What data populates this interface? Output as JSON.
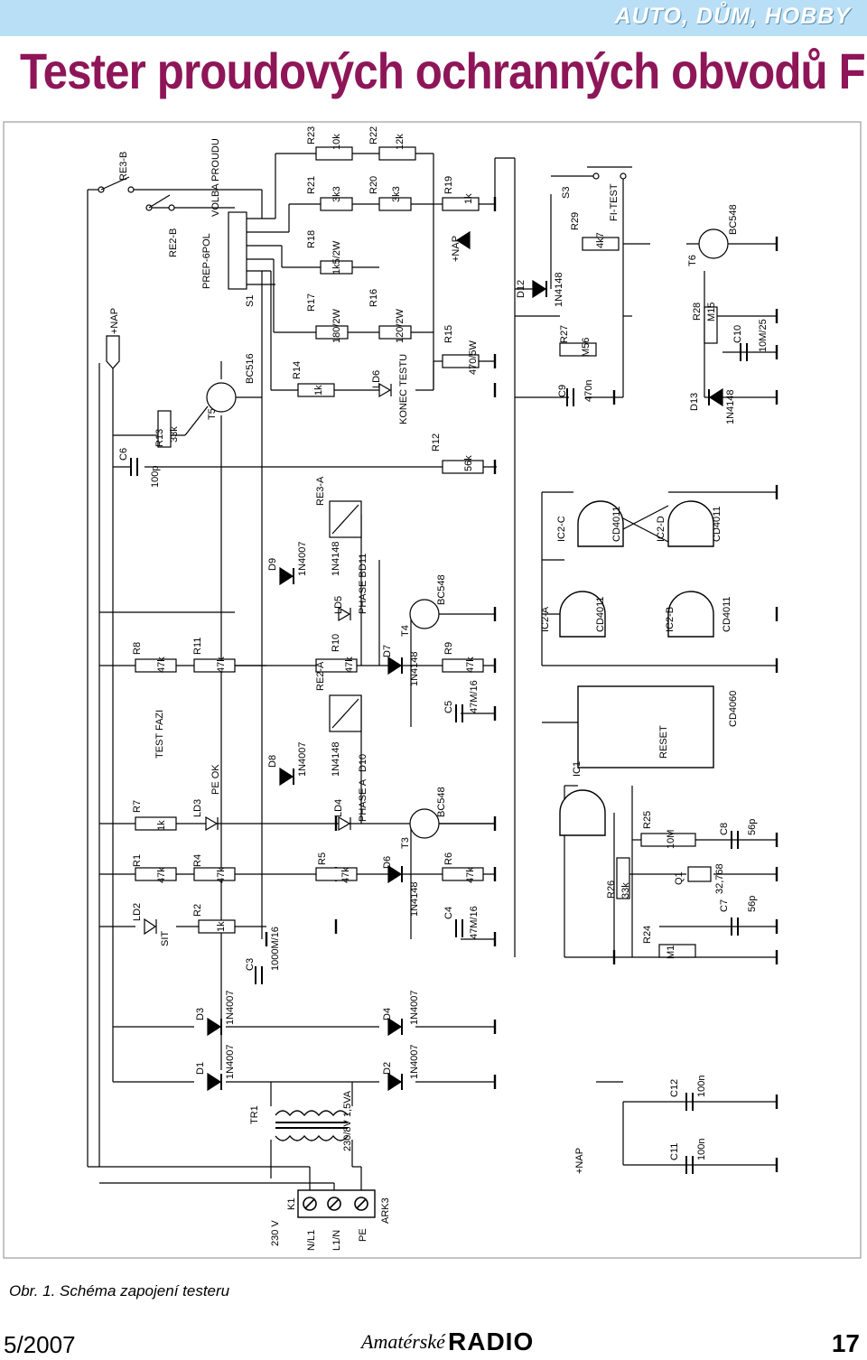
{
  "header": {
    "section": "AUTO, DŮM, HOBBY",
    "title": "Tester proudových ochranných obvodů FI"
  },
  "caption": "Obr. 1. Schéma zapojení testeru",
  "footer": {
    "issue": "5/2007",
    "magazine_script": "Amatérské",
    "magazine_big": "RADIO",
    "page": "17"
  },
  "colors": {
    "accent_bar": "#b8dff5",
    "title": "#8e1658"
  },
  "components": {
    "R1": "R1",
    "R1_val": "47k",
    "R2": "R2",
    "R2_val": "1k",
    "R4": "R4",
    "R4_val": "47k",
    "R5": "R5",
    "R5_val": "47k",
    "R6": "R6",
    "R6_val": "47k",
    "R7": "R7",
    "R7_val": "1k",
    "R8": "R8",
    "R8_val": "47k",
    "R9": "R9",
    "R9_val": "47k",
    "R10": "R10",
    "R10_val": "47k",
    "R11": "R11",
    "R11_val": "47k",
    "R12": "R12",
    "R12_val": "56k",
    "R13": "R13",
    "R13_val": "33k",
    "R14": "R14",
    "R14_val": "1k",
    "R15": "R15",
    "R15_val": "470/5W",
    "R16": "R16",
    "R16_val": "120/2W",
    "R17": "R17",
    "R17_val": "180/2W",
    "R18": "R18",
    "R18_val": "1k5/2W",
    "R19": "R19",
    "R19_val": "1k",
    "R20": "R20",
    "R20_val": "3k3",
    "R21": "R21",
    "R21_val": "3k3",
    "R22": "R22",
    "R22_val": "12k",
    "R23": "R23",
    "R23_val": "10k",
    "R24": "R24",
    "R24_val": "M1",
    "R25": "R25",
    "R25_val": "10M",
    "R26": "R26",
    "R26_val": "33k",
    "R27": "R27",
    "R27_val": "M56",
    "R28": "R28",
    "R28_val": "M15",
    "R29": "R29",
    "R29_val": "4k7",
    "C3": "C3",
    "C3_val": "1000M/16",
    "C4": "C4",
    "C4_val": "47M/16",
    "C5": "C5",
    "C5_val": "47M/16",
    "C6": "C6",
    "C6_val": "100p",
    "C7": "C7",
    "C7_val": "56p",
    "C8": "C8",
    "C8_val": "56p",
    "C9": "C9",
    "C9_val": "470n",
    "C10": "C10",
    "C10_val": "10M/25",
    "C11": "C11",
    "C11_val": "100n",
    "C12": "C12",
    "C12_val": "100n",
    "D1": "D1",
    "D2": "D2",
    "D3": "D3",
    "D4": "D4",
    "D6": "D6",
    "D7": "D7",
    "D8": "D8",
    "D9": "D9",
    "D10": "D10",
    "D11": "D11",
    "D12": "D12",
    "D13": "D13",
    "d1n4007": "1N4007",
    "d1n4148": "1N4148",
    "LD2": "LD2",
    "LD2_txt": "SIT",
    "LD3": "LD3",
    "LD3_txt": "PE OK",
    "LD4": "LD4",
    "LD4_txt": "PHASE A",
    "LD5": "LD5",
    "LD5_txt": "PHASE B",
    "LD6": "LD6",
    "LD6_txt": "KONEC TESTU",
    "T3": "T3",
    "T4": "T4",
    "T5": "T5",
    "T6": "T6",
    "bc548": "BC548",
    "bc516": "BC516",
    "IC1": "IC1",
    "cd4060": "CD4060",
    "cd4011": "CD4011",
    "IC2A": "IC2-A",
    "IC2B": "IC2-B",
    "IC2C": "IC2-C",
    "IC2D": "IC2-D",
    "RE2A": "RE2-A",
    "RE2B": "RE2-B",
    "RE3A": "RE3-A",
    "RE3B": "RE3-B",
    "S1": "S1",
    "S1_type": "PREP-6POL",
    "S1_func": "VOLBA PROUDU",
    "S3": "S3",
    "S3_func": "FI-TEST",
    "TR1": "TR1",
    "TR1_val": "230/8V 1,5VA",
    "Q1": "Q1",
    "Q1_val": "32,768",
    "K1": "K1",
    "K1_type": "ARK3",
    "nap": "+NAP",
    "v230": "230 V",
    "test_fazi": "TEST FAZI",
    "term_NL1": "N/L1",
    "term_L1N": "L1/N",
    "term_PE": "PE",
    "ic1_reset": "RESET"
  }
}
